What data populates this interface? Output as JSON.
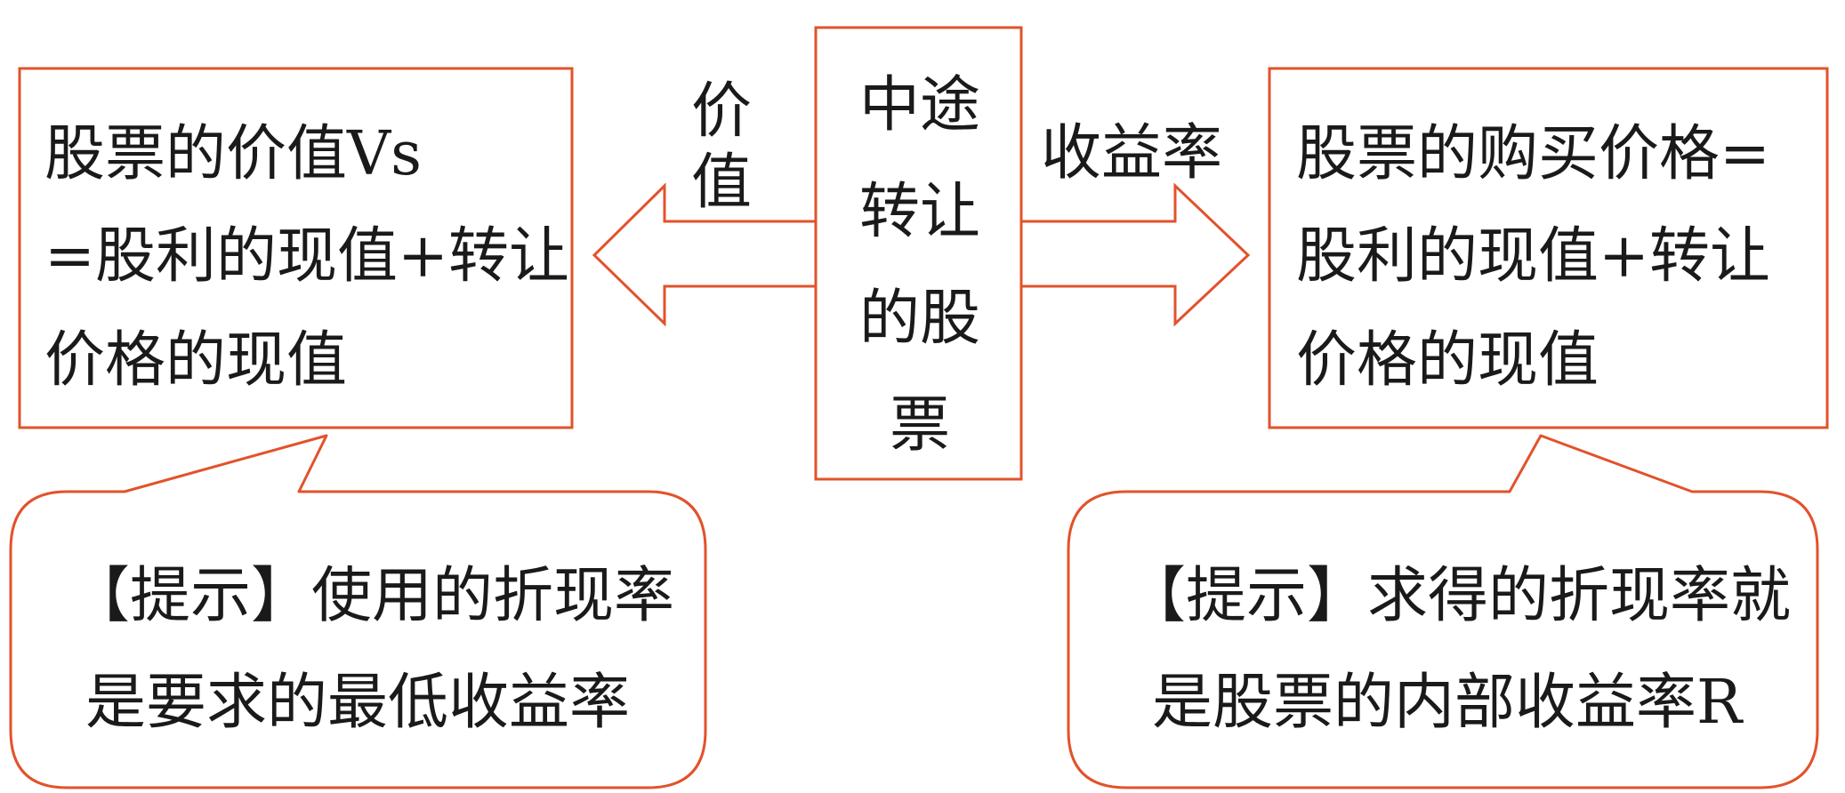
{
  "center": {
    "lines": [
      "中途",
      "转让",
      "的股",
      "票"
    ]
  },
  "left_arrow_label": {
    "lines": [
      "价",
      "值"
    ]
  },
  "right_arrow_label": "收益率",
  "left_box": {
    "lines": [
      "股票的价值Vs",
      "=股利的现值+转让",
      "价格的现值"
    ]
  },
  "right_box": {
    "lines": [
      "股票的购买价格=",
      "股利的现值+转让",
      "价格的现值"
    ]
  },
  "left_callout": {
    "lines": [
      "【提示】使用的折现率",
      "是要求的最低收益率"
    ]
  },
  "right_callout": {
    "lines": [
      "【提示】求得的折现率就",
      "是股票的内部收益率R"
    ]
  },
  "colors": {
    "stroke": "#e2522b",
    "text": "#1a1a1a",
    "background": "#ffffff"
  }
}
